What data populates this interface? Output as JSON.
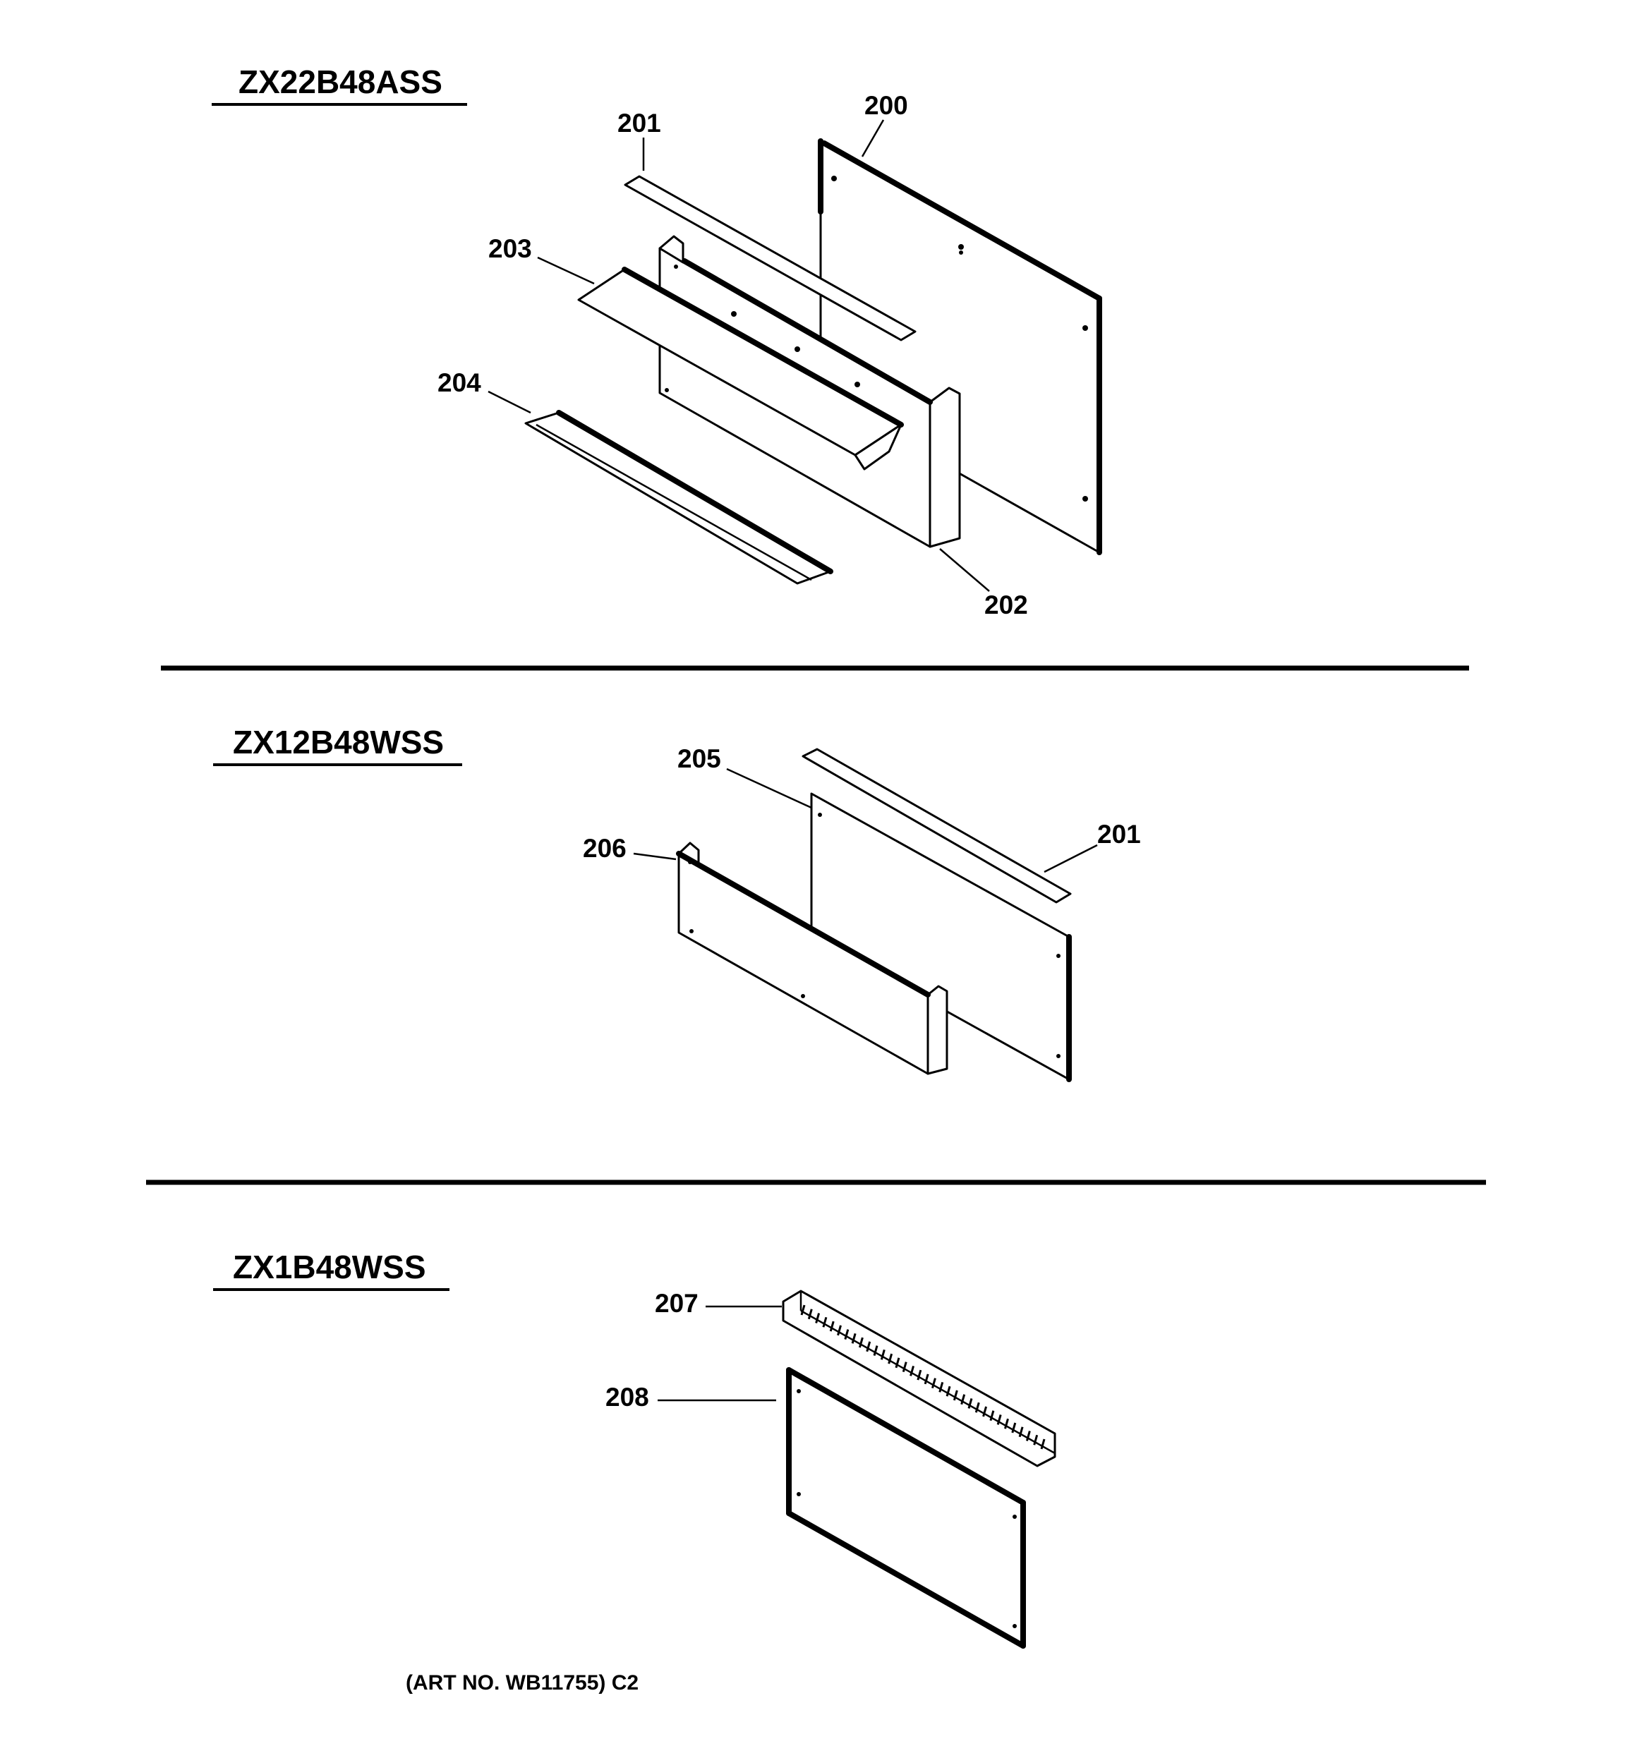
{
  "sections": [
    {
      "model": "ZX22B48ASS",
      "parts": [
        {
          "id": "200",
          "label": "200"
        },
        {
          "id": "201",
          "label": "201"
        },
        {
          "id": "202",
          "label": "202"
        },
        {
          "id": "203",
          "label": "203"
        },
        {
          "id": "204",
          "label": "204"
        }
      ]
    },
    {
      "model": "ZX12B48WSS",
      "parts": [
        {
          "id": "205",
          "label": "205"
        },
        {
          "id": "206",
          "label": "206"
        },
        {
          "id": "201",
          "label": "201"
        }
      ]
    },
    {
      "model": "ZX1B48WSS",
      "parts": [
        {
          "id": "207",
          "label": "207"
        },
        {
          "id": "208",
          "label": "208"
        }
      ]
    }
  ],
  "footer": {
    "art_number": "(ART NO. WB11755) C2"
  }
}
